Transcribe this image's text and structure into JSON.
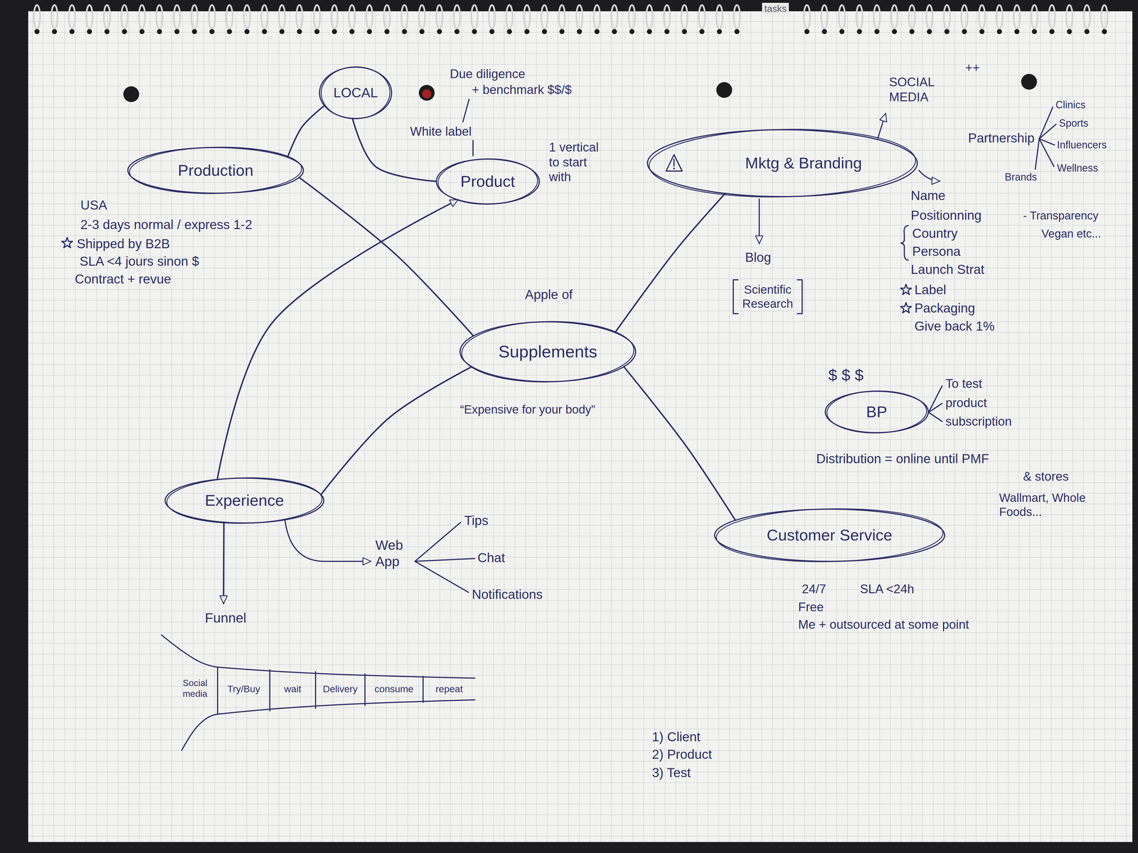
{
  "diagram": {
    "nodes": [
      {
        "text": [
          "LOCAL"
        ]
      },
      {
        "text": [
          "Production"
        ]
      },
      {
        "text": [
          "Product"
        ]
      },
      {
        "text": [
          "Mktg & Branding"
        ]
      },
      {
        "text": [
          "Supplements"
        ]
      },
      {
        "text": [
          "BP"
        ]
      },
      {
        "text": [
          "Experience"
        ]
      },
      {
        "text": [
          "Customer Service"
        ]
      },
      {
        "text": [
          "Funnel",
          "Social media",
          "Try/Buy",
          "wait",
          "Delivery",
          "consume",
          "repeat"
        ]
      }
    ],
    "edges": [
      {
        "from": 1,
        "to": 0,
        "arrow": "none"
      },
      {
        "from": 0,
        "to": 2,
        "arrow": "none"
      },
      {
        "from": 1,
        "to": 4,
        "arrow": "none"
      },
      {
        "from": 6,
        "to": 2,
        "arrow": "to"
      },
      {
        "from": 4,
        "to": 3,
        "arrow": "none"
      },
      {
        "from": 4,
        "to": 6,
        "arrow": "none"
      },
      {
        "from": 4,
        "to": 7,
        "arrow": "none"
      },
      {
        "from": 6,
        "to": 8,
        "arrow": "to"
      }
    ],
    "labels": [
      "tasks",
      "Due diligence",
      "+ benchmark $$/$",
      "White label",
      "1 vertical to start with",
      "SOCIAL MEDIA",
      "++",
      "Partnership",
      "Clinics",
      "Sports",
      "Influencers",
      "Wellness",
      "Brands",
      "USA",
      "2-3 days normal / express 1-2",
      "Shipped by B2B",
      "SLA <4 jours sinon $",
      "Contract + revue",
      "Name",
      "Positionning",
      "- Transparency",
      "Vegan etc...",
      "Country",
      "Persona",
      "Launch Strat",
      "Label",
      "Packaging",
      "Give back 1%",
      "Blog",
      "Scientific Research",
      "Apple of",
      "“Expensive for your body”",
      "$ $ $",
      "To test",
      "product",
      "subscription",
      "Distribution = online until PMF",
      "& stores",
      "Wallmart, Whole Foods...",
      "Web App",
      "Tips",
      "Chat",
      "Notifications",
      "24/7",
      "SLA <24h",
      "Free",
      "Me + outsourced at some point",
      "1) Client",
      "2) Product",
      "3) Test"
    ]
  }
}
